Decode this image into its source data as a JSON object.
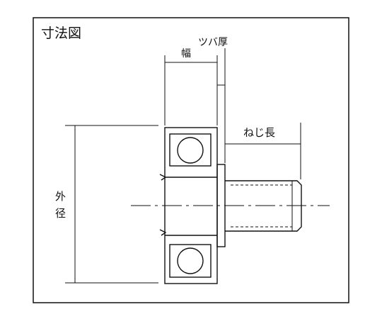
{
  "diagram": {
    "title": "寸法図",
    "labels": {
      "width": "幅",
      "flange_thickness": "ツバ厚",
      "thread_length": "ねじ長",
      "outer_diameter_1": "外",
      "outer_diameter_2": "径"
    },
    "colors": {
      "line": "#111111",
      "background": "#ffffff"
    }
  }
}
